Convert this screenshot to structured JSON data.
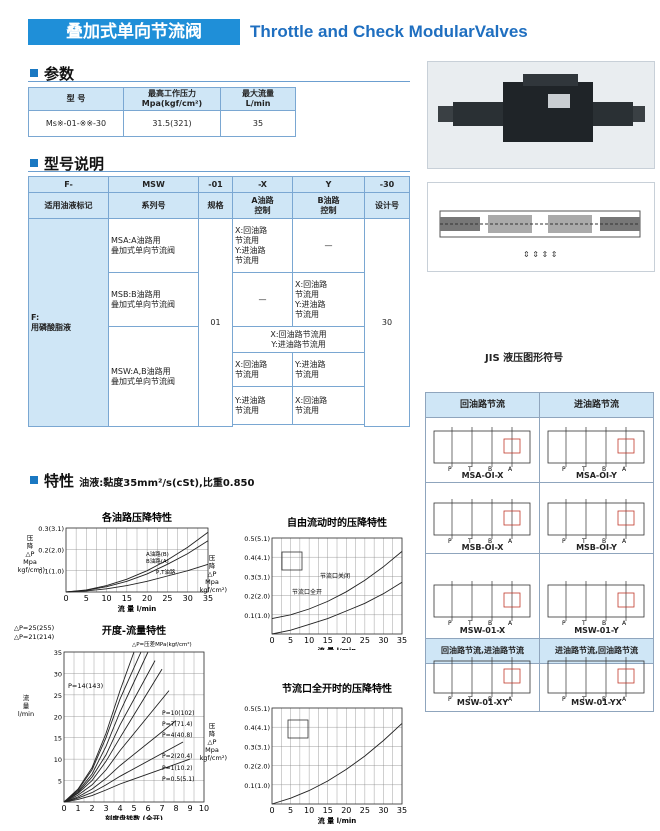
{
  "header": {
    "title_cn": "叠加式单向节流阀",
    "title_en": "Throttle and Check ModularValves"
  },
  "params": {
    "heading": "参数",
    "columns": [
      "型  号",
      "最高工作压力\nMpa(kgf/cm²)",
      "最大流量\nL/min"
    ],
    "row": [
      "Ms※-01-※※-30",
      "31.5(321)",
      "35"
    ]
  },
  "model": {
    "heading": "型号说明",
    "codes": [
      "F-",
      "MSW",
      "-01",
      "-X",
      "Y",
      "-30"
    ],
    "labels": [
      "适用油液标记",
      "系列号",
      "规格",
      "A油路\n控制",
      "B油路\n控制",
      "设计号"
    ],
    "fluid": "F:\n用磷酸脂液",
    "msa": "MSA:A油路用\n叠加式单向节流阀",
    "msb": "MSB:B油路用\n叠加式单向节流阀",
    "msw": "MSW:A,B油路用\n叠加式单向节流阀",
    "size": "01",
    "design": "30",
    "msa_a": "X:回油路\n节流用\nY:进油路\n节流用",
    "dash": "—",
    "msb_b": "X:回油路\n节流用\nY:进油路\n节流用",
    "msw_ab": "X:回油路节流用\nY:进油路节流用",
    "msw_a1": "X:回油路\n节流用",
    "msw_b1": "Y:进油路\n节流用",
    "msw_a2": "Y:进油路\n节流用",
    "msw_b2": "X:回油路\n节流用"
  },
  "characteristics": {
    "heading": "特性",
    "oil_note": "油液:黏度35mm²/s(cSt),比重0.850"
  },
  "jis": {
    "title": "JIS 液压图形符号",
    "col_left": "回油路节流",
    "col_right": "进油路节流",
    "row4_left": "回油路节流,进油路节流",
    "row4_right": "进油路节流,回油路节流",
    "labels": [
      "MSA-OI-X",
      "MSA-OI-Y",
      "MSB-OI-X",
      "MSB-OI-Y",
      "MSW-01-X",
      "MSW-01-Y",
      "MSW-01-XY",
      "MSW-01-YX"
    ],
    "port_p": "P",
    "port_t": "T",
    "port_b": "B",
    "port_a": "A"
  },
  "chart_data": [
    {
      "type": "line",
      "title": "各油路压降特性",
      "ylabel": "压\n降\n△P\nMpa\n(kgf/cm²)",
      "xlabel": "流  量 l/min",
      "xlim": [
        0,
        35
      ],
      "ylim": [
        0,
        0.3
      ],
      "xticks": [
        "0",
        "5",
        "10",
        "15",
        "20",
        "25",
        "30",
        "35"
      ],
      "yticks": [
        "0.1(1.0)",
        "0.2(2.0)",
        "0.3(3.1)"
      ],
      "annotations": [
        "A油路(B)",
        "B油路(A)",
        "P,T油路"
      ],
      "series": [
        {
          "name": "A油路(B)",
          "x": [
            0,
            5,
            10,
            15,
            20,
            25,
            30,
            35
          ],
          "y": [
            0,
            0.01,
            0.03,
            0.06,
            0.1,
            0.15,
            0.21,
            0.28
          ]
        },
        {
          "name": "B油路(A)",
          "x": [
            0,
            5,
            10,
            15,
            20,
            25,
            30,
            35
          ],
          "y": [
            0,
            0.008,
            0.025,
            0.05,
            0.085,
            0.13,
            0.18,
            0.24
          ]
        },
        {
          "name": "P,T油路",
          "x": [
            0,
            5,
            10,
            15,
            20,
            25,
            30,
            35
          ],
          "y": [
            0,
            0.005,
            0.015,
            0.03,
            0.05,
            0.075,
            0.1,
            0.13
          ]
        }
      ]
    },
    {
      "type": "line",
      "title": "自由流动时的压降特性",
      "ylabel": "压\n降\n△P\nMpa\n(kgf/cm²)",
      "xlabel": "流  量 l/min",
      "xlim": [
        0,
        35
      ],
      "ylim": [
        0,
        0.5
      ],
      "xticks": [
        "0",
        "5",
        "10",
        "15",
        "20",
        "25",
        "30",
        "35"
      ],
      "yticks": [
        "0.1(1.0)",
        "0.2(2.0)",
        "0.3(3.1)",
        "0.4(4.1)",
        "0.5(5.1)"
      ],
      "annotations": [
        "节流口关闭",
        "节流口全开"
      ],
      "series": [
        {
          "name": "节流口关闭",
          "x": [
            0,
            5,
            10,
            15,
            20,
            25,
            30,
            35
          ],
          "y": [
            0.08,
            0.1,
            0.13,
            0.17,
            0.22,
            0.28,
            0.35,
            0.43
          ]
        },
        {
          "name": "节流口全开",
          "x": [
            0,
            5,
            10,
            15,
            20,
            25,
            30,
            35
          ],
          "y": [
            0,
            0.02,
            0.05,
            0.08,
            0.12,
            0.16,
            0.21,
            0.27
          ]
        }
      ]
    },
    {
      "type": "line",
      "title": "开度-流量特性",
      "ylabel": "流\n量\nl/min",
      "xlabel": "刻度盘转数       (全开)",
      "xlim": [
        0,
        10
      ],
      "ylim": [
        0,
        35
      ],
      "xticks": [
        "0",
        "1",
        "2",
        "3",
        "4",
        "5",
        "6",
        "7",
        "8",
        "9",
        "10"
      ],
      "yticks": [
        "5",
        "10",
        "15",
        "20",
        "25",
        "30",
        "35"
      ],
      "annotations": [
        "△P=25(255)",
        "△P=21(214)",
        "P=14(143)",
        "△P=压差MPa(kgf/cm²)",
        "P=10(102)",
        "P=7(71.4)",
        "P=4(40.8)",
        "P=2(20.4)",
        "P=1(10.2)",
        "P=0.5(5.1)"
      ],
      "series": [
        {
          "name": "△P=25(255)",
          "x": [
            0,
            1,
            2,
            3,
            4,
            5
          ],
          "y": [
            0,
            3,
            8,
            16,
            26,
            35
          ]
        },
        {
          "name": "△P=21(214)",
          "x": [
            0,
            1,
            2,
            3,
            4,
            5.5
          ],
          "y": [
            0,
            2.8,
            7.5,
            15,
            24,
            35
          ]
        },
        {
          "name": "P=14(143)",
          "x": [
            0,
            1,
            2,
            3,
            4,
            6
          ],
          "y": [
            0,
            2.5,
            6.5,
            13,
            21,
            35
          ]
        },
        {
          "name": "P=10(102)",
          "x": [
            0,
            1,
            2,
            3,
            4,
            6.5
          ],
          "y": [
            0,
            2.2,
            5.8,
            11,
            18,
            33
          ]
        },
        {
          "name": "P=7(71.4)",
          "x": [
            0,
            1,
            2,
            3,
            4,
            7
          ],
          "y": [
            0,
            2,
            5,
            9.5,
            15,
            31
          ]
        },
        {
          "name": "P=4(40.8)",
          "x": [
            0,
            1,
            2,
            3,
            4,
            7.5
          ],
          "y": [
            0,
            1.6,
            4,
            7.5,
            12,
            26
          ]
        },
        {
          "name": "P=2(20.4)",
          "x": [
            0,
            1,
            2,
            3,
            4,
            8
          ],
          "y": [
            0,
            1.2,
            3,
            5.5,
            8.5,
            19
          ]
        },
        {
          "name": "P=1(10.2)",
          "x": [
            0,
            1,
            2,
            3,
            4,
            8.5
          ],
          "y": [
            0,
            0.9,
            2.2,
            4,
            6,
            14
          ]
        },
        {
          "name": "P=0.5(5.1)",
          "x": [
            0,
            1,
            2,
            3,
            4,
            9
          ],
          "y": [
            0,
            0.6,
            1.5,
            2.8,
            4.2,
            10
          ]
        }
      ]
    },
    {
      "type": "line",
      "title": "节流口全开时的压降特性",
      "ylabel": "压\n降\n△P\nMpa\n(kgf/cm²)",
      "xlabel": "流  量 l/min",
      "xlim": [
        0,
        35
      ],
      "ylim": [
        0,
        0.5
      ],
      "xticks": [
        "0",
        "5",
        "10",
        "15",
        "20",
        "25",
        "30",
        "35"
      ],
      "yticks": [
        "0.1(1.0)",
        "0.2(2.0)",
        "0.3(3.1)",
        "0.4(4.1)",
        "0.5(5.1)"
      ],
      "series": [
        {
          "x": [
            0,
            5,
            10,
            15,
            20,
            25,
            30,
            35
          ],
          "y": [
            0,
            0.03,
            0.07,
            0.12,
            0.18,
            0.25,
            0.33,
            0.42
          ]
        }
      ]
    }
  ]
}
